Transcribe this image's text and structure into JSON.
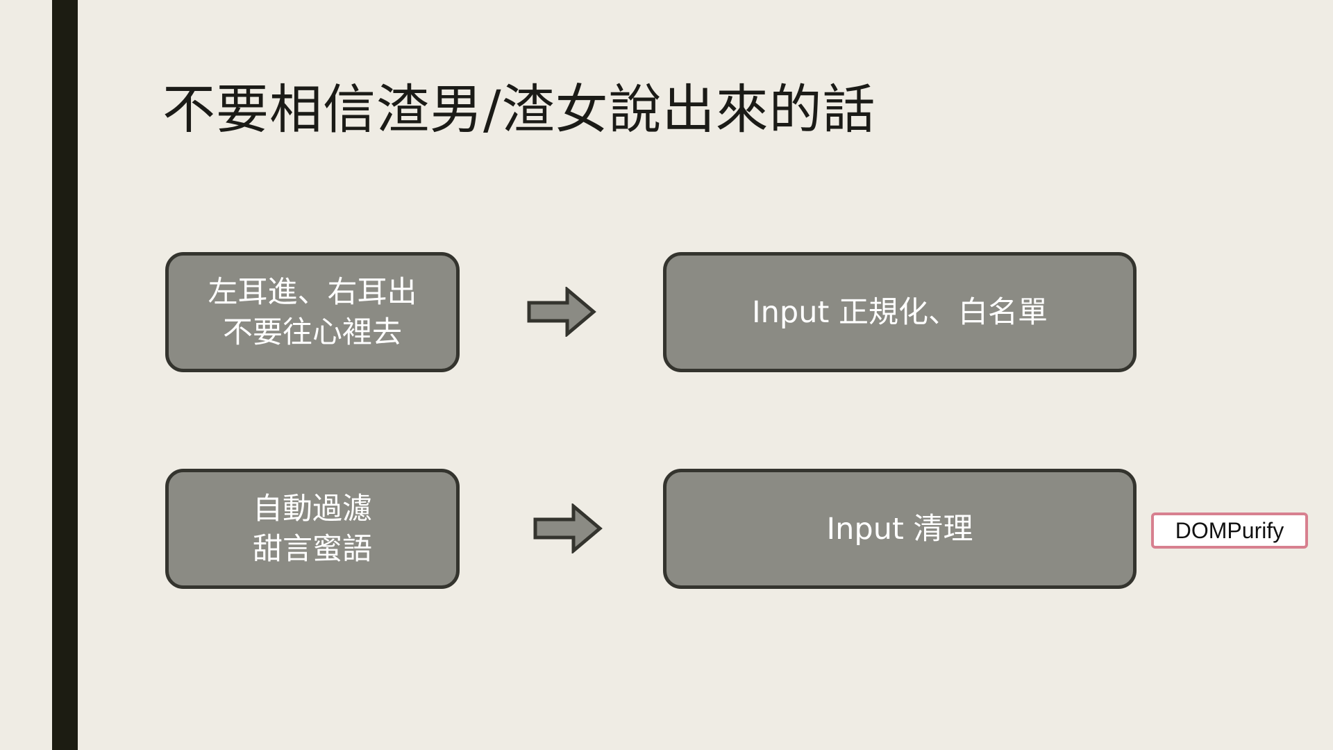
{
  "slide": {
    "title": "不要相信渣男/渣女說出來的話"
  },
  "diagram": {
    "rows": [
      {
        "source": "左耳進、右耳出\n不要往心裡去",
        "target": "Input 正規化、白名單"
      },
      {
        "source": "自動過濾\n甜言蜜語",
        "target": "Input 清理"
      }
    ],
    "tag": "DOMPurify",
    "icons": {
      "arrow": "right-arrow-icon"
    },
    "colors": {
      "background": "#efece4",
      "accent_bar": "#1c1c12",
      "box_fill": "#8b8b84",
      "box_border": "#34342e",
      "tag_border": "#d7808f"
    }
  }
}
